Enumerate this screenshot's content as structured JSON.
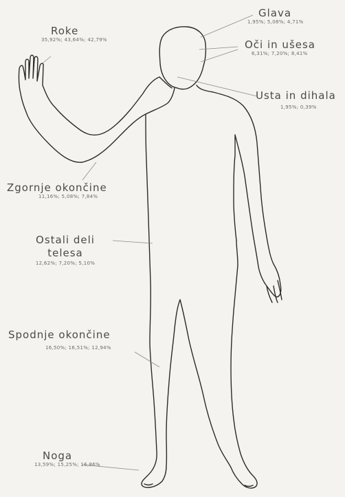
{
  "regions": {
    "roke": {
      "label": "Roke",
      "stats": "35,92%; 43,64%; 42,79%"
    },
    "glava": {
      "label": "Glava",
      "stats": "1,95%; 5,08%; 4,71%"
    },
    "oci": {
      "label": "Oči in ušesa",
      "stats": "6,31%; 7,20%; 8,41%"
    },
    "usta": {
      "label": "Usta in dihala",
      "stats": "1,95%; 0,39%"
    },
    "zgornje": {
      "label": "Zgornje okončine",
      "stats": "11,16%; 5,08%; 7,84%"
    },
    "ostali": {
      "label": "Ostali deli",
      "label2": "telesa",
      "stats": "12,62%; 7,20%; 5,10%"
    },
    "spodnje": {
      "label": "Spodnje okončine",
      "stats": "16,50%; 16,51%; 12,94%"
    },
    "noga": {
      "label": "Noga",
      "stats": "13,59%; 15,25%; 16,86%"
    }
  },
  "colors": {
    "outline": "#2a2a2a",
    "leader": "#8a8a8a",
    "background": "#f4f3ef"
  }
}
